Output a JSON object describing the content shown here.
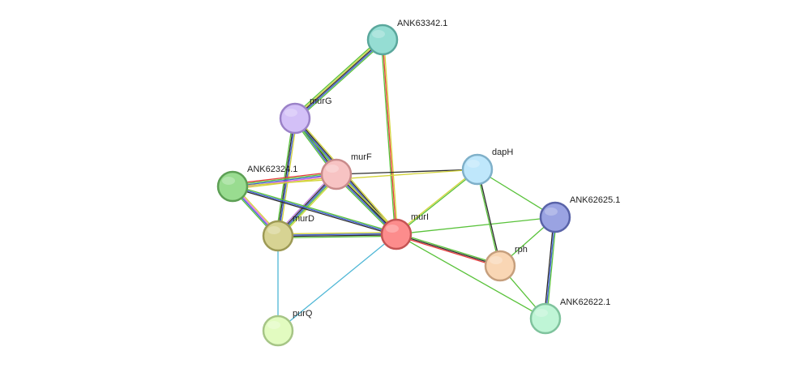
{
  "nodes": [
    {
      "id": "ANK63342",
      "label": "ANK63342.1",
      "fill": "#95ddd3",
      "stroke": "#5aa79c"
    },
    {
      "id": "murG",
      "label": "murG",
      "fill": "#d3c0f7",
      "stroke": "#9b82c8"
    },
    {
      "id": "murF",
      "label": "murF",
      "fill": "#f7c3c3",
      "stroke": "#c98b8b"
    },
    {
      "id": "dapH",
      "label": "dapH",
      "fill": "#bfe7fb",
      "stroke": "#7fb0c9"
    },
    {
      "id": "ANK62324",
      "label": "ANK62324.1",
      "fill": "#99dc90",
      "stroke": "#5d9f55"
    },
    {
      "id": "murD",
      "label": "murD",
      "fill": "#d7d393",
      "stroke": "#9d9a55"
    },
    {
      "id": "murI",
      "label": "murI",
      "fill": "#fc8c8c",
      "stroke": "#c55454"
    },
    {
      "id": "ANK62625",
      "label": "ANK62625.1",
      "fill": "#9aa3e2",
      "stroke": "#5963a8"
    },
    {
      "id": "rph",
      "label": "rph",
      "fill": "#f9d6b4",
      "stroke": "#c69f7d"
    },
    {
      "id": "ANK62622",
      "label": "ANK62622.1",
      "fill": "#bff5d6",
      "stroke": "#7fc39d"
    },
    {
      "id": "purQ",
      "label": "purQ",
      "fill": "#e2fbc0",
      "stroke": "#a6c586"
    }
  ],
  "edges": [
    {
      "a": "ANK63342",
      "b": "murG",
      "colors": [
        "#59c23a",
        "#3b5bd6",
        "#2c2c2c",
        "#d4d43a",
        "#59c23a"
      ]
    },
    {
      "a": "ANK63342",
      "b": "murI",
      "colors": [
        "#d4d43a",
        "#e63b3b",
        "#59c23a"
      ]
    },
    {
      "a": "murG",
      "b": "murF",
      "colors": [
        "#d4d43a",
        "#2c2c2c",
        "#3b5bd6",
        "#59c23a"
      ]
    },
    {
      "a": "murG",
      "b": "murD",
      "colors": [
        "#d4d43a",
        "#3b5bd6",
        "#2c2c2c",
        "#59c23a"
      ]
    },
    {
      "a": "murG",
      "b": "murI",
      "colors": [
        "#d4d43a",
        "#2c2c2c",
        "#3b5bd6",
        "#59c23a"
      ]
    },
    {
      "a": "murF",
      "b": "ANK62324",
      "colors": [
        "#d4d43a",
        "#e060e0",
        "#3b5bd6",
        "#59c23a",
        "#e63b3b"
      ]
    },
    {
      "a": "murF",
      "b": "murD",
      "colors": [
        "#d4d43a",
        "#59c23a",
        "#3b5bd6",
        "#2c2c2c",
        "#c080e0"
      ]
    },
    {
      "a": "murF",
      "b": "murI",
      "colors": [
        "#d4d43a",
        "#2c2c2c",
        "#3b5bd6",
        "#59c23a"
      ]
    },
    {
      "a": "murF",
      "b": "dapH",
      "colors": [
        "#2c2c2c"
      ]
    },
    {
      "a": "ANK62324",
      "b": "dapH",
      "colors": [
        "#d4d43a"
      ]
    },
    {
      "a": "ANK62324",
      "b": "murD",
      "colors": [
        "#d4d43a",
        "#e060e0",
        "#3b5bd6",
        "#59c23a"
      ]
    },
    {
      "a": "ANK62324",
      "b": "murI",
      "colors": [
        "#59c23a",
        "#3b5bd6",
        "#2c2c2c"
      ]
    },
    {
      "a": "murD",
      "b": "murI",
      "colors": [
        "#d4d43a",
        "#3b5bd6",
        "#2c2c2c",
        "#59c23a"
      ]
    },
    {
      "a": "murD",
      "b": "purQ",
      "colors": [
        "#4fb7d6"
      ]
    },
    {
      "a": "murI",
      "b": "purQ",
      "colors": [
        "#4fb7d6"
      ]
    },
    {
      "a": "murI",
      "b": "dapH",
      "colors": [
        "#d4d43a",
        "#59c23a"
      ]
    },
    {
      "a": "murI",
      "b": "ANK62625",
      "colors": [
        "#59c23a"
      ]
    },
    {
      "a": "murI",
      "b": "rph",
      "colors": [
        "#59c23a",
        "#2c2c2c",
        "#e63b3b"
      ]
    },
    {
      "a": "murI",
      "b": "ANK62622",
      "colors": [
        "#59c23a"
      ]
    },
    {
      "a": "dapH",
      "b": "rph",
      "colors": [
        "#2c2c2c",
        "#59c23a"
      ]
    },
    {
      "a": "dapH",
      "b": "ANK62625",
      "colors": [
        "#59c23a"
      ]
    },
    {
      "a": "ANK62625",
      "b": "rph",
      "colors": [
        "#59c23a"
      ]
    },
    {
      "a": "ANK62625",
      "b": "ANK62622",
      "colors": [
        "#59c23a",
        "#3b5bd6",
        "#2c2c2c"
      ]
    },
    {
      "a": "rph",
      "b": "ANK62622",
      "colors": [
        "#59c23a"
      ]
    }
  ]
}
